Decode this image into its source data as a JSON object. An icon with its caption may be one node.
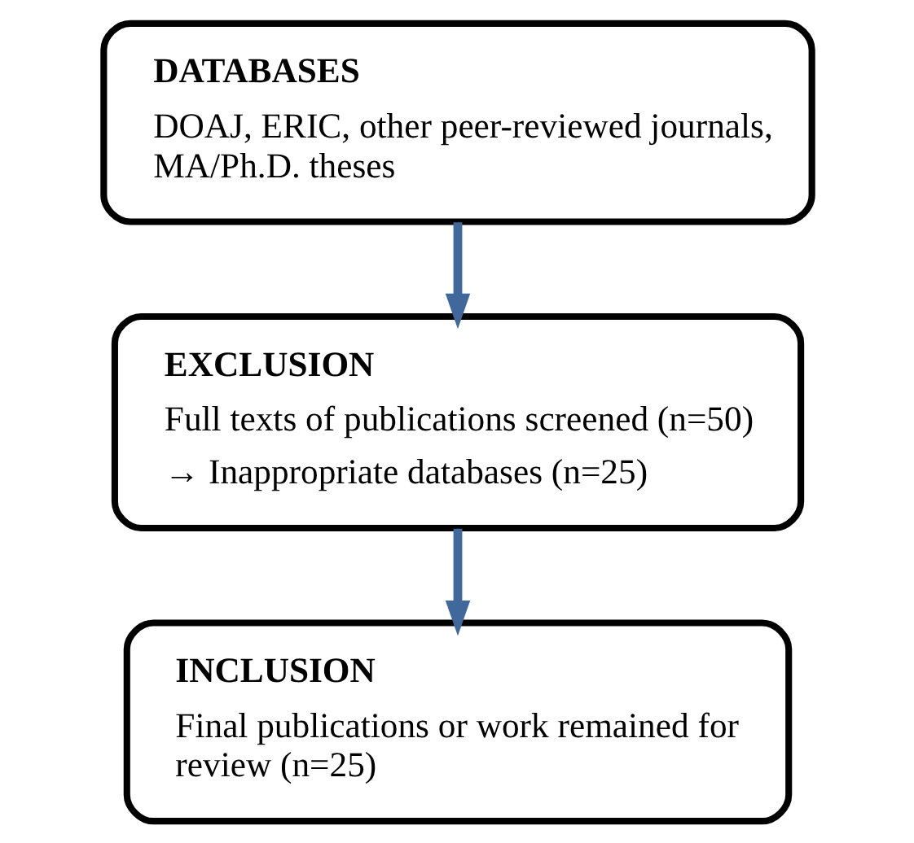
{
  "diagram": {
    "nodes": [
      {
        "text": [
          "DATABASES",
          "DOAJ, ERIC, other peer-reviewed journals, MA/Ph.D. theses"
        ]
      },
      {
        "text": [
          "EXCLUSION",
          "Full texts of publications screened (n=50)",
          "→ Inappropriate databases (n=25)"
        ]
      },
      {
        "text": [
          "INCLUSION",
          "Final publications or work remained for review (n=25)"
        ]
      }
    ],
    "edges": [
      {
        "from": 0,
        "to": 1,
        "arrow": "to"
      },
      {
        "from": 1,
        "to": 2,
        "arrow": "to"
      }
    ]
  }
}
